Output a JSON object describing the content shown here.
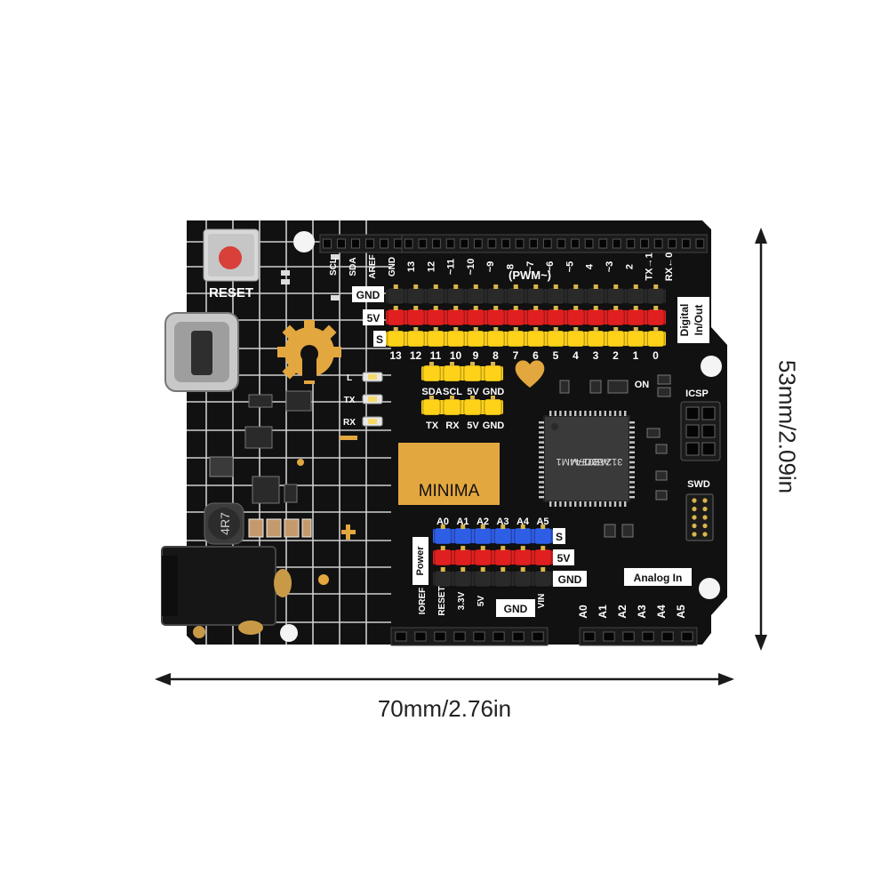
{
  "dimensions": {
    "width_label": "70mm/2.76in",
    "height_label": "53mm/2.09in"
  },
  "board": {
    "reset_label": "RESET",
    "chip_label": "MINIMA",
    "chip_text": [
      "R7FA4M1",
      "AB3CFM",
      "312AZ01"
    ],
    "inductor_label": "4R7",
    "colors": {
      "pcb": "#111111",
      "grid": "#cfcfcf",
      "gold": "#e3a740",
      "header_black": "#1b1b1b",
      "pin_red": "#e02020",
      "pin_yellow": "#ffd21a",
      "pin_blue": "#2f5ee6",
      "chip": "#3a3a3a"
    },
    "top_header": {
      "i2c_labels": [
        "SCL",
        "SDA",
        "AREF",
        "GND"
      ],
      "pin_numbers": [
        "13",
        "12",
        "~11",
        "~10",
        "~9",
        "8",
        "~7",
        "~6",
        "~5",
        "4",
        "~3",
        "2",
        "TX→1",
        "RX←0"
      ],
      "pwm_label": "(PWM~)"
    },
    "digital": {
      "row_labels": [
        "GND",
        "5V",
        "S"
      ],
      "numbers": [
        "13",
        "12",
        "11",
        "10",
        "9",
        "8",
        "7",
        "6",
        "5",
        "4",
        "3",
        "2",
        "1",
        "0"
      ],
      "side_label": [
        "Digital",
        "In/Out"
      ]
    },
    "i2c_block": [
      "SDA",
      "SCL",
      "5V",
      "GND"
    ],
    "uart_block": [
      "TX",
      "RX",
      "5V",
      "GND"
    ],
    "leds": [
      "L",
      "TX",
      "RX"
    ],
    "on_label": "ON",
    "icsp_label": "ICSP",
    "swd_label": "SWD",
    "analog": {
      "labels": [
        "A0",
        "A1",
        "A2",
        "A3",
        "A4",
        "A5"
      ],
      "row_labels": [
        "S",
        "5V",
        "GND"
      ],
      "side_label": "Power",
      "box_label": "Analog In"
    },
    "power_header": {
      "labels": [
        "IOREF",
        "RESET",
        "3.3V",
        "5V",
        "GND",
        "VIN"
      ]
    },
    "analog_header": {
      "labels": [
        "A0",
        "A1",
        "A2",
        "A3",
        "A4",
        "A5"
      ]
    }
  }
}
